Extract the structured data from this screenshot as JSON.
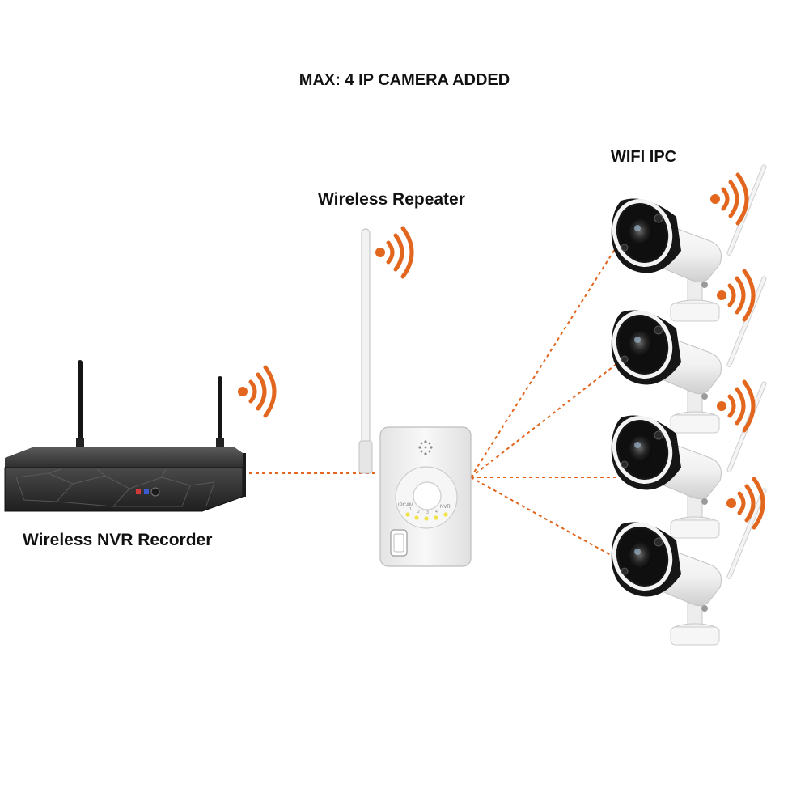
{
  "title": "MAX: 4 IP CAMERA ADDED",
  "devices": {
    "nvr": {
      "label": "Wireless NVR Recorder",
      "icon": "nvr-recorder-icon"
    },
    "repeater": {
      "label": "Wireless Repeater",
      "icon": "wireless-repeater-icon",
      "led_labels": {
        "left": "IPCAM",
        "right": "NVR",
        "numbers": [
          "1",
          "2",
          "3",
          "4"
        ]
      }
    },
    "cameras": {
      "label": "WIFI IPC",
      "count": 4,
      "icon": "bullet-camera-icon"
    }
  },
  "colors": {
    "signal": "#e2661e",
    "link": "#e2661e",
    "nvr_body": "#3a3a3a",
    "repeater_body": "#f3f3f3",
    "camera_shell": "#f5f5f5",
    "camera_face": "#141414"
  }
}
